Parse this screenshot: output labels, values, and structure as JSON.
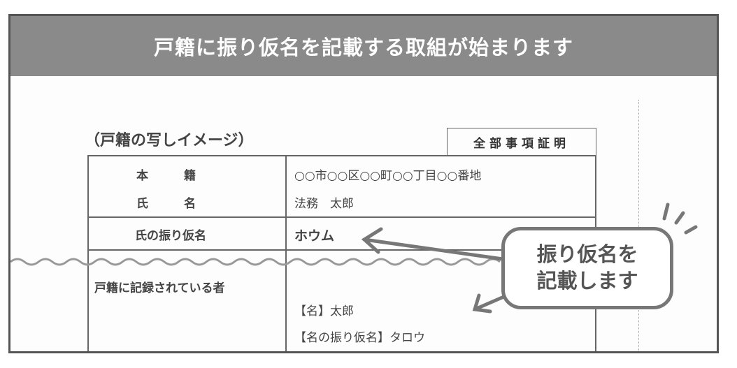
{
  "header": {
    "title": "戸籍に振り仮名を記載する取組が始まります"
  },
  "subtitle": "（戸籍の写しイメージ）",
  "certificate_label": "全部事項証明",
  "rows": {
    "honseki_label": "本　　　籍",
    "honseki_value": "○○市○○区○○町○○丁目○○番地",
    "name_label": "氏　　　名",
    "name_value": "法務　太郎",
    "furigana_label": "氏の振り仮名",
    "furigana_value": "ホウム",
    "person_label": "戸籍に記録されている者",
    "given_name": "【名】太郎",
    "given_furigana": "【名の振り仮名】タロウ"
  },
  "callout": {
    "line1": "振り仮名を",
    "line2": "記載します"
  }
}
